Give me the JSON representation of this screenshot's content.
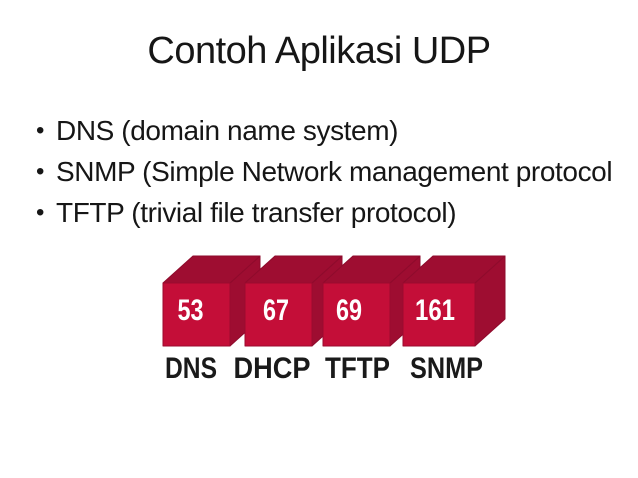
{
  "slide": {
    "title": "Contoh Aplikasi UDP",
    "bullet_char": "•",
    "bullets": [
      "DNS (domain name system)",
      "SNMP (Simple Network management protocol",
      "TFTP (trivial file transfer protocol)"
    ]
  },
  "diagram": {
    "description": "Four 3D blocks showing well-known UDP port numbers and their protocols",
    "colors": {
      "front_face": "#C40E38",
      "side_face": "#9E0D31",
      "face_edge": "#8E0B2C",
      "front_edge": "#9B0A2E",
      "port_text": "#FFFFFF",
      "label_text": "#1A1A1A"
    },
    "blocks": [
      {
        "port": "53",
        "protocol": "DNS"
      },
      {
        "port": "67",
        "protocol": "DHCP"
      },
      {
        "port": "69",
        "protocol": "TFTP"
      },
      {
        "port": "161",
        "protocol": "SNMP"
      }
    ]
  }
}
